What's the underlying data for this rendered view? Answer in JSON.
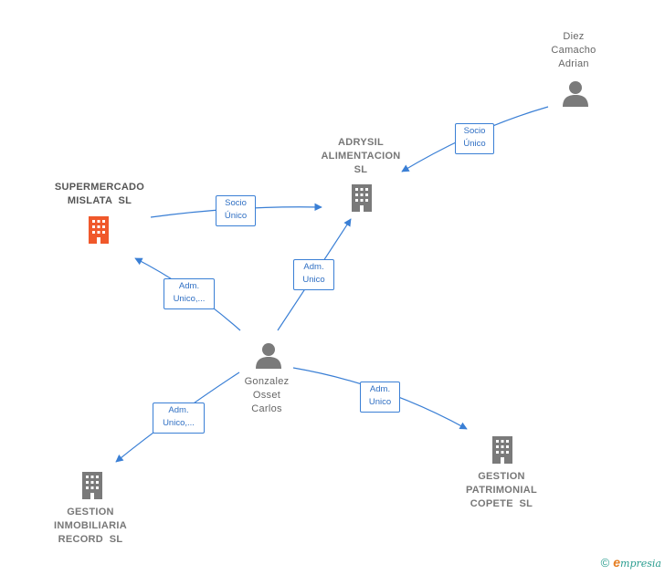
{
  "nodes": {
    "diez": {
      "lines": [
        "Diez",
        "Camacho",
        "Adrian"
      ]
    },
    "adrysil": {
      "lines": [
        "ADRYSIL",
        "ALIMENTACION",
        "SL"
      ]
    },
    "supermercado": {
      "lines": [
        "SUPERMERCADO",
        "MISLATA  SL"
      ]
    },
    "gonzalez": {
      "lines": [
        "Gonzalez",
        "Osset",
        "Carlos"
      ]
    },
    "gestion_inmo": {
      "lines": [
        "GESTION",
        "INMOBILIARIA",
        "RECORD  SL"
      ]
    },
    "gestion_patri": {
      "lines": [
        "GESTION",
        "PATRIMONIAL",
        "COPETE  SL"
      ]
    }
  },
  "edges": {
    "diez_adrysil": {
      "lines": [
        "Socio",
        "Único"
      ]
    },
    "super_adrysil": {
      "lines": [
        "Socio",
        "Único"
      ]
    },
    "gonz_adrysil": {
      "lines": [
        "Adm.",
        "Unico"
      ]
    },
    "gonz_super": {
      "lines": [
        "Adm.",
        "Unico,..."
      ]
    },
    "gonz_inmo": {
      "lines": [
        "Adm.",
        "Unico,..."
      ]
    },
    "gonz_patri": {
      "lines": [
        "Adm.",
        "Unico"
      ]
    }
  },
  "colors": {
    "edge": "#3a7fd5",
    "building": "#7a7a7a",
    "building_highlight": "#f0582b",
    "person": "#7a7a7a"
  },
  "footer": {
    "copyright": "©",
    "brand_e": "e",
    "brand_rest": "mpresia"
  }
}
